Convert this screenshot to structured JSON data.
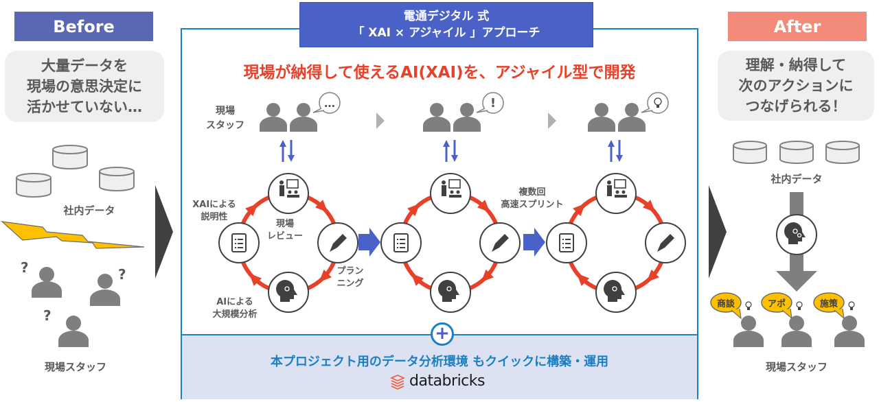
{
  "before": {
    "tag": "Before",
    "problem": "大量データを\n現場の意思決定に\n活かせていない…",
    "data_label": "社内データ",
    "staff_label": "現場スタッフ",
    "question_mark": "?"
  },
  "center": {
    "header_line1": "電通デジタル 式",
    "header_line2": "「 XAI × アジャイル 」アプローチ",
    "headline": "現場が納得して使えるAI(XAI)を、アジャイル型で開発",
    "staff_label": "現場\nスタッフ",
    "stage_bubbles": [
      "…",
      "!",
      "lightbulb"
    ],
    "cycle_labels": {
      "xai": "XAIによる\n説明性",
      "review": "現場\nレビュー",
      "planning": "プラン\nニング",
      "analysis": "AIによる\n大規模分析"
    },
    "sprint_label": "複数回\n高速スプリント",
    "plus": "+",
    "band_text": "本プロジェクト用のデータ分析環境 もクイックに構築・運用",
    "logo_text": "databricks"
  },
  "after": {
    "tag": "After",
    "result": "理解・納得して\n次のアクションに\nつなげられる！",
    "data_label": "社内データ",
    "actions": [
      "商談",
      "アポ",
      "施策"
    ],
    "staff_label": "現場スタッフ"
  },
  "colors": {
    "before_tag": "#5a67b4",
    "after_tag": "#f48a7a",
    "header_blue": "#4a62c8",
    "frame_blue": "#1b7fc4",
    "cycle_red": "#e8412a",
    "accent_yellow": "#ffc000",
    "icon_gray": "#7f7f7f"
  }
}
